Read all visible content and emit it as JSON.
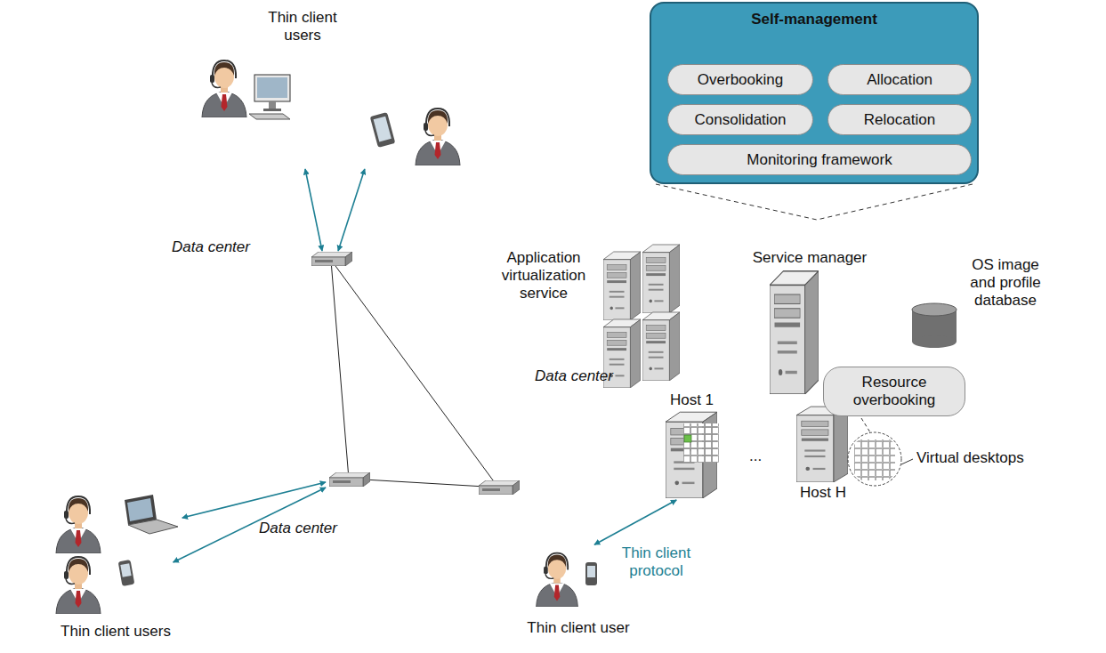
{
  "diagram": {
    "nodes": [
      {
        "text": [
          "Self-management"
        ]
      },
      {
        "text": [
          "Overbooking"
        ],
        "in": 0
      },
      {
        "text": [
          "Allocation"
        ],
        "in": 0
      },
      {
        "text": [
          "Consolidation"
        ],
        "in": 0
      },
      {
        "text": [
          "Relocation"
        ],
        "in": 0
      },
      {
        "text": [
          "Monitoring framework"
        ],
        "in": 0
      },
      {
        "text": [
          "Thin client users"
        ]
      },
      {
        "text": [
          "Data center"
        ]
      },
      {
        "text": [
          "Data center"
        ]
      },
      {
        "text": [
          "Application virtualization service"
        ],
        "in": 8
      },
      {
        "text": [
          "Service manager"
        ],
        "in": 8
      },
      {
        "text": [
          "OS image and profile database"
        ],
        "in": 8
      },
      {
        "text": [
          "Resource overbooking"
        ],
        "in": 8
      },
      {
        "text": [
          "Host 1"
        ],
        "in": 8
      },
      {
        "text": [
          "Host H"
        ],
        "in": 8
      },
      {
        "text": [
          "Data center"
        ]
      },
      {
        "text": [
          "Thin client users"
        ]
      },
      {
        "text": [
          "Thin client user"
        ]
      }
    ],
    "edges": [
      {
        "from": 6,
        "to": 7,
        "arrow": "both"
      },
      {
        "from": 6,
        "to": 7,
        "arrow": "both"
      },
      {
        "from": 7,
        "to": 15,
        "arrow": "none"
      },
      {
        "from": 7,
        "to": 8,
        "arrow": "none"
      },
      {
        "from": 15,
        "to": 8,
        "arrow": "none"
      },
      {
        "from": 16,
        "to": 15,
        "arrow": "both"
      },
      {
        "from": 16,
        "to": 15,
        "arrow": "both"
      },
      {
        "from": 17,
        "to": 13,
        "label": "Thin client protocol",
        "arrow": "both"
      }
    ],
    "labels": [
      "...",
      "Virtual desktops"
    ]
  }
}
